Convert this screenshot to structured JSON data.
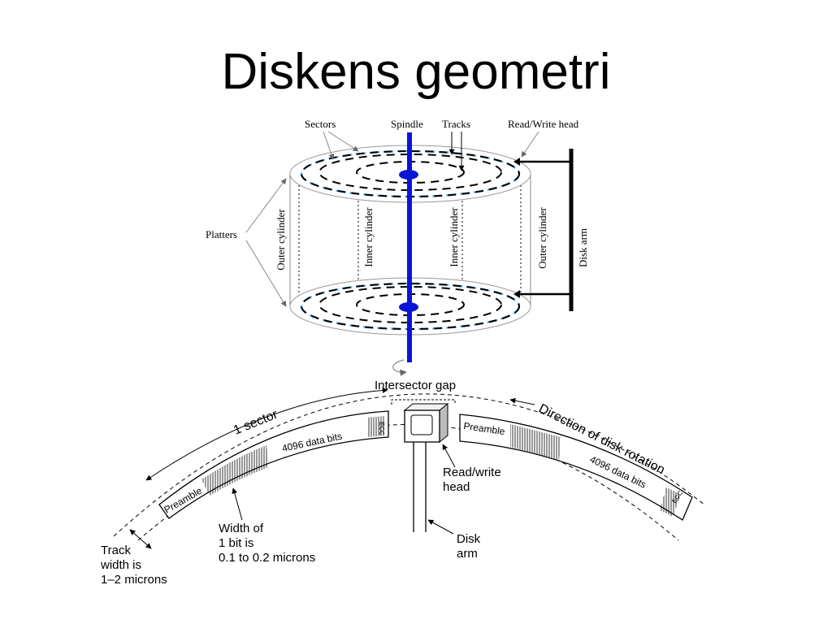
{
  "title": "Diskens geometri",
  "top_diagram": {
    "sectors": "Sectors",
    "spindle": "Spindle",
    "tracks": "Tracks",
    "rw_head": "Read/Write head",
    "platters": "Platters",
    "outer_cyl_left": "Outer cylinder",
    "inner_cyl_left": "Inner cylinder",
    "inner_cyl_right": "Inner cylinder",
    "outer_cyl_right": "Outer cylinder",
    "disk_arm": "Disk arm"
  },
  "bottom_diagram": {
    "intersector_gap": "Intersector gap",
    "one_sector": "1 sector",
    "direction": "Direction of disk rotation",
    "data_bits_left": "4096 data bits",
    "data_bits_right": "4096 data bits",
    "preamble_left": "Preamble",
    "preamble_right": "Preamble",
    "ecc_left": "ECC",
    "ecc_right": "ECC",
    "rw_head_line1": "Read/write",
    "rw_head_line2": "head",
    "disk_arm_line1": "Disk",
    "disk_arm_line2": "arm",
    "bit_width_line1": "Width of",
    "bit_width_line2": "1 bit is",
    "bit_width_line3": "0.1 to 0.2 microns",
    "track_width_line1": "Track",
    "track_width_line2": "width is",
    "track_width_line3": "1–2 microns"
  },
  "colors": {
    "spindle": "#0a14d6",
    "track": "#000000",
    "sector_ring": "#6fb7e6"
  }
}
